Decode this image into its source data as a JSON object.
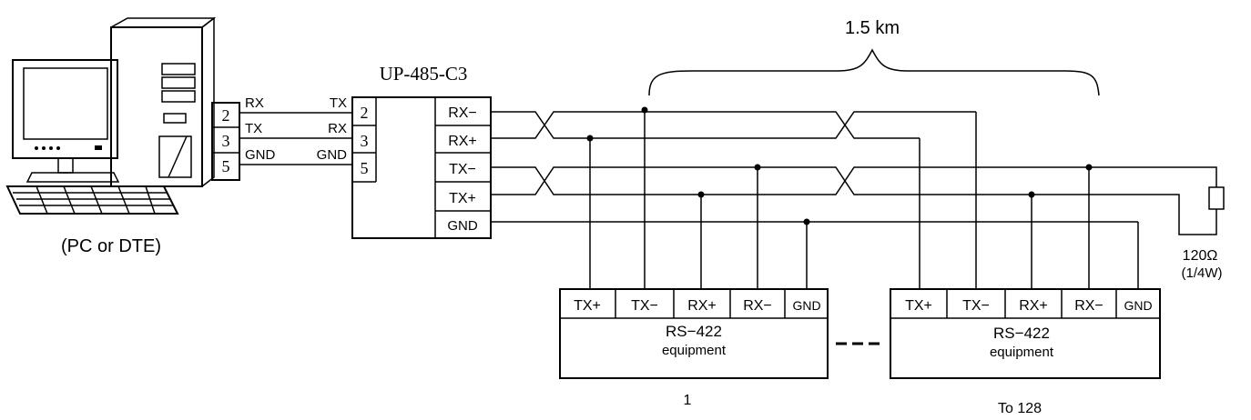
{
  "distance_label": "1.5 km",
  "pc": {
    "caption": "(PC or DTE)",
    "pins": [
      "2",
      "3",
      "5"
    ],
    "pin_labels": [
      "RX",
      "TX",
      "GND"
    ]
  },
  "converter": {
    "title": "UP-485-C3",
    "left_labels": [
      "TX",
      "RX",
      "GND"
    ],
    "left_pins": [
      "2",
      "3",
      "5"
    ],
    "right_labels": [
      "RX−",
      "RX+",
      "TX−",
      "TX+",
      "GND"
    ]
  },
  "equipment": [
    {
      "terminals": [
        "TX+",
        "TX−",
        "RX+",
        "RX−",
        "GND"
      ],
      "title": "RS−422",
      "subtitle": "equipment",
      "caption": "1"
    },
    {
      "terminals": [
        "TX+",
        "TX−",
        "RX+",
        "RX−",
        "GND"
      ],
      "title": "RS−422",
      "subtitle": "equipment",
      "caption": "To 128"
    }
  ],
  "resistor": {
    "value": "120Ω",
    "rating": "(1/4W)"
  }
}
